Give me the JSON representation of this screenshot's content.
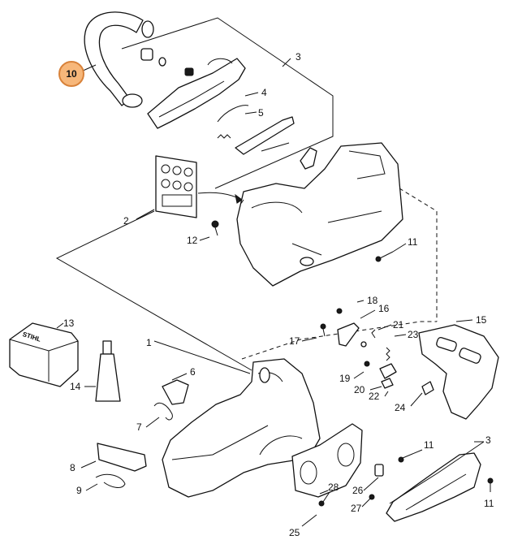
{
  "highlight_color": "#f7b77a",
  "highlight_stroke": "#d8823a",
  "callouts": [
    {
      "id": "10",
      "label": "10",
      "highlighted": true
    },
    {
      "id": "3a",
      "label": "3"
    },
    {
      "id": "4",
      "label": "4"
    },
    {
      "id": "5",
      "label": "5"
    },
    {
      "id": "2",
      "label": "2"
    },
    {
      "id": "12",
      "label": "12"
    },
    {
      "id": "11a",
      "label": "11"
    },
    {
      "id": "1",
      "label": "1"
    },
    {
      "id": "13",
      "label": "13"
    },
    {
      "id": "14",
      "label": "14"
    },
    {
      "id": "18",
      "label": "18"
    },
    {
      "id": "16",
      "label": "16"
    },
    {
      "id": "15",
      "label": "15"
    },
    {
      "id": "17",
      "label": "17"
    },
    {
      "id": "21",
      "label": "21"
    },
    {
      "id": "23",
      "label": "23"
    },
    {
      "id": "6",
      "label": "6"
    },
    {
      "id": "19",
      "label": "19"
    },
    {
      "id": "20",
      "label": "20"
    },
    {
      "id": "22",
      "label": "22"
    },
    {
      "id": "24",
      "label": "24"
    },
    {
      "id": "7",
      "label": "7"
    },
    {
      "id": "3b",
      "label": "3"
    },
    {
      "id": "11b",
      "label": "11"
    },
    {
      "id": "8",
      "label": "8"
    },
    {
      "id": "9",
      "label": "9"
    },
    {
      "id": "28",
      "label": "28"
    },
    {
      "id": "26",
      "label": "26"
    },
    {
      "id": "27",
      "label": "27"
    },
    {
      "id": "11c",
      "label": "11"
    },
    {
      "id": "25",
      "label": "25"
    }
  ],
  "brand_text": "STIHL"
}
